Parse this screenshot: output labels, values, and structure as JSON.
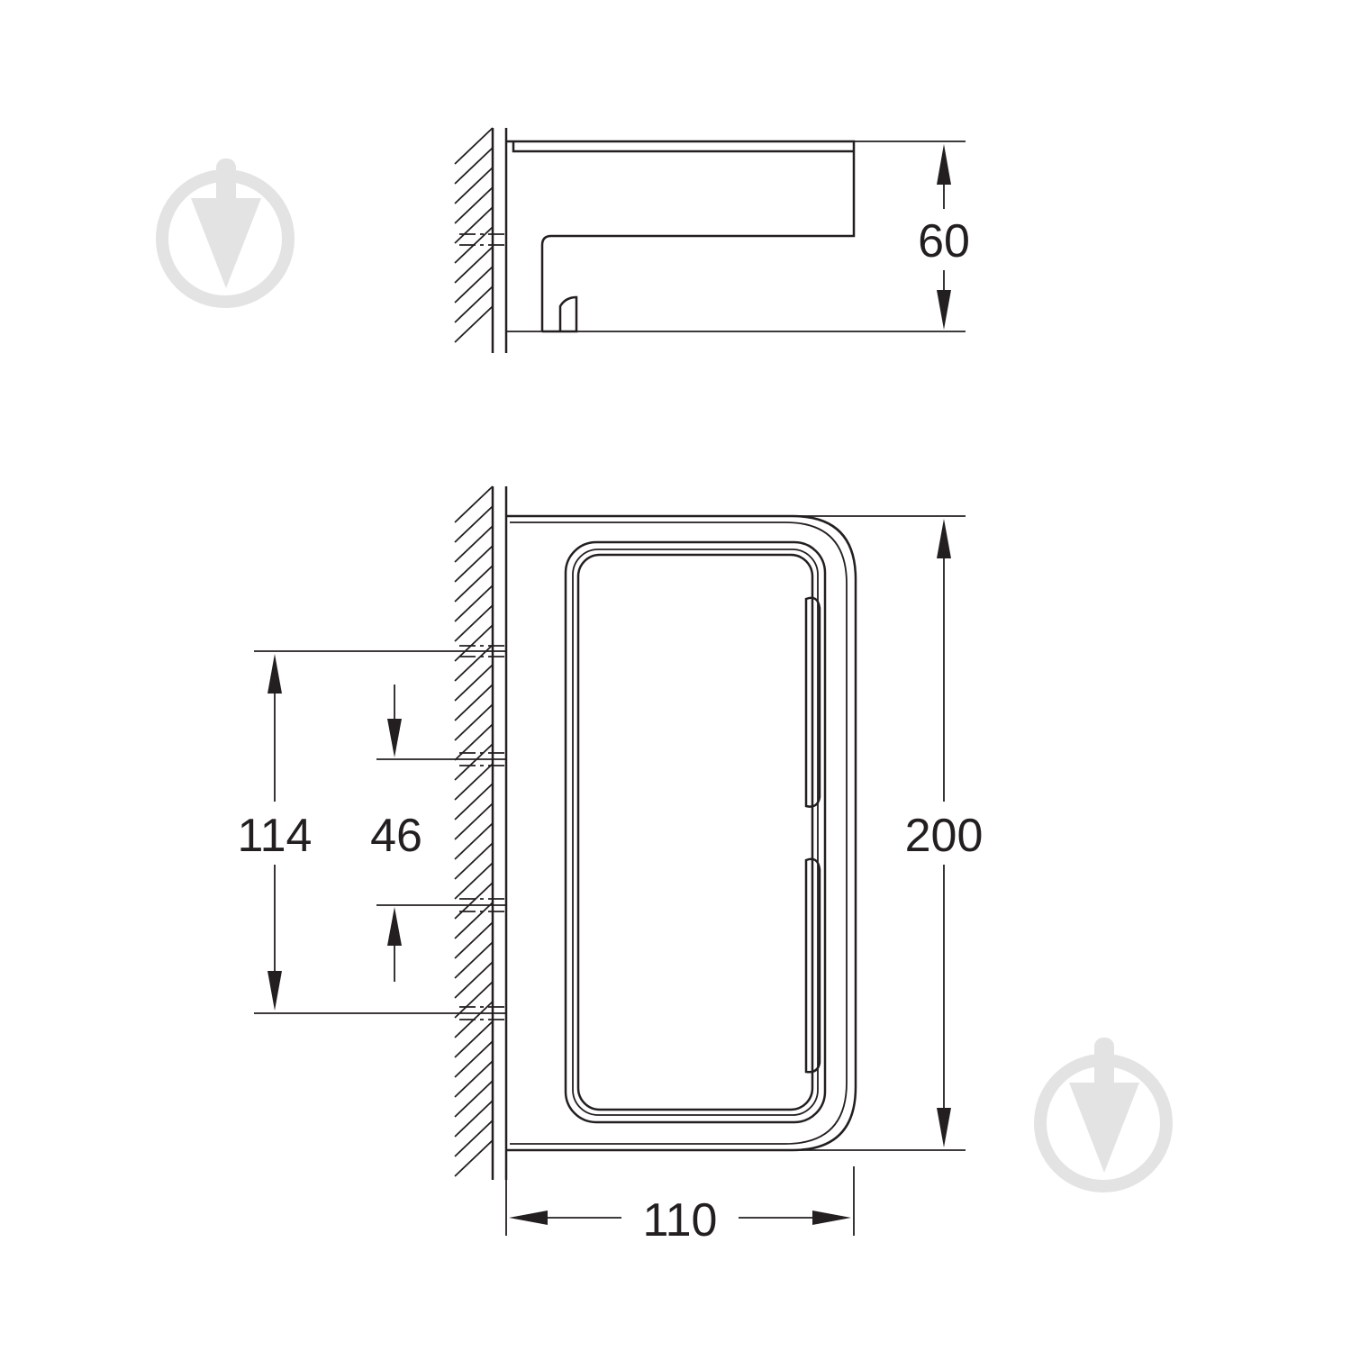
{
  "dimensions": {
    "height_side": "60",
    "width_front": "110",
    "height_front": "200",
    "mount_spacing": "114",
    "mount_offset": "46"
  },
  "colors": {
    "line": "#231f20",
    "watermark": "#e3e3e3",
    "background": "#ffffff"
  },
  "icons": {
    "watermark": "pin-logo-icon"
  }
}
